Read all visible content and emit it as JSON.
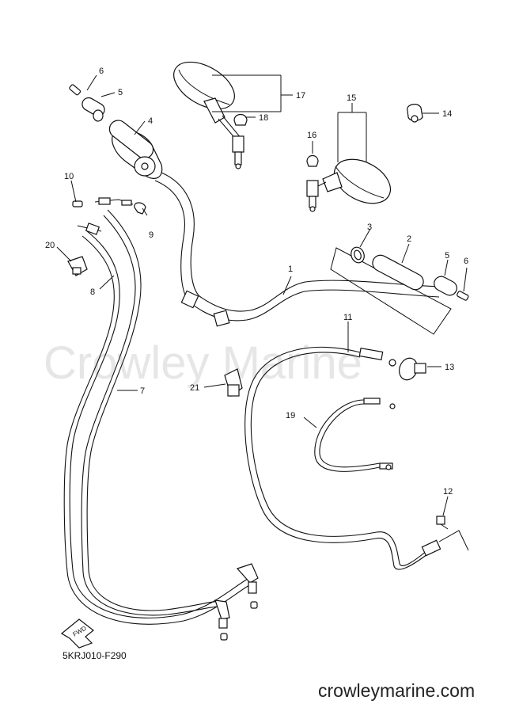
{
  "watermark": "Crowley Marine",
  "diagram_code": "5KRJ010-F290",
  "site": "crowleymarine.com",
  "fwd_label": "FWD",
  "callouts": [
    {
      "id": "c1",
      "label": "1"
    },
    {
      "id": "c2",
      "label": "2"
    },
    {
      "id": "c3",
      "label": "3"
    },
    {
      "id": "c4",
      "label": "4"
    },
    {
      "id": "c5a",
      "label": "5"
    },
    {
      "id": "c5b",
      "label": "5"
    },
    {
      "id": "c6a",
      "label": "6"
    },
    {
      "id": "c6b",
      "label": "6"
    },
    {
      "id": "c7",
      "label": "7"
    },
    {
      "id": "c8",
      "label": "8"
    },
    {
      "id": "c9",
      "label": "9"
    },
    {
      "id": "c10",
      "label": "10"
    },
    {
      "id": "c11",
      "label": "11"
    },
    {
      "id": "c12",
      "label": "12"
    },
    {
      "id": "c13",
      "label": "13"
    },
    {
      "id": "c14",
      "label": "14"
    },
    {
      "id": "c15",
      "label": "15"
    },
    {
      "id": "c16",
      "label": "16"
    },
    {
      "id": "c17",
      "label": "17"
    },
    {
      "id": "c18",
      "label": "18"
    },
    {
      "id": "c19",
      "label": "19"
    },
    {
      "id": "c20",
      "label": "20"
    },
    {
      "id": "c21",
      "label": "21"
    }
  ]
}
